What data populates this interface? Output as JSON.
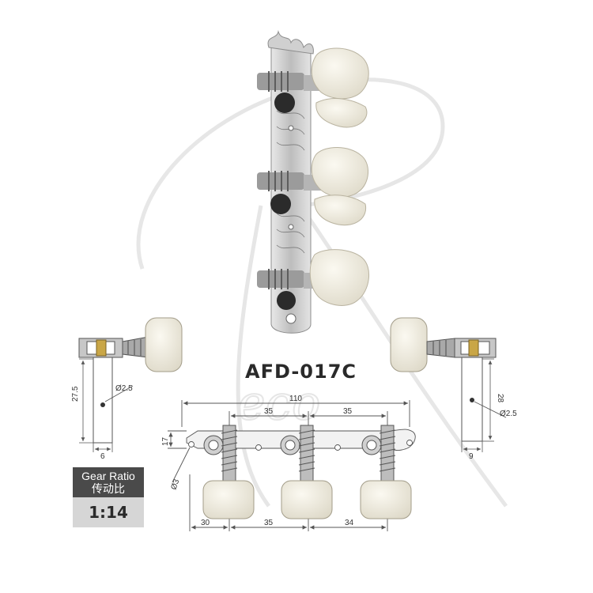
{
  "model": "AFD-017C",
  "gear_ratio": {
    "label_en": "Gear Ratio",
    "label_cn": "传动比",
    "value": "1:14"
  },
  "watermark_letters": "eco",
  "dimensions": {
    "total_length": "110",
    "spacing_1": "35",
    "spacing_2": "35",
    "plate_width": "17",
    "screw_hole": "Ø3",
    "end_offset": "30",
    "bottom_spacing_1": "35",
    "bottom_spacing_2": "34",
    "left_post_height": "27.5",
    "left_hole": "Ø2.5",
    "left_post_width": "6",
    "right_post_height": "28",
    "right_hole": "Ø2.5",
    "right_post_width": "9"
  },
  "colors": {
    "button": "#efece2",
    "metal": "#c9c9c9",
    "dark": "#2b2b2b",
    "brass": "#c9a646",
    "line": "#555555"
  }
}
